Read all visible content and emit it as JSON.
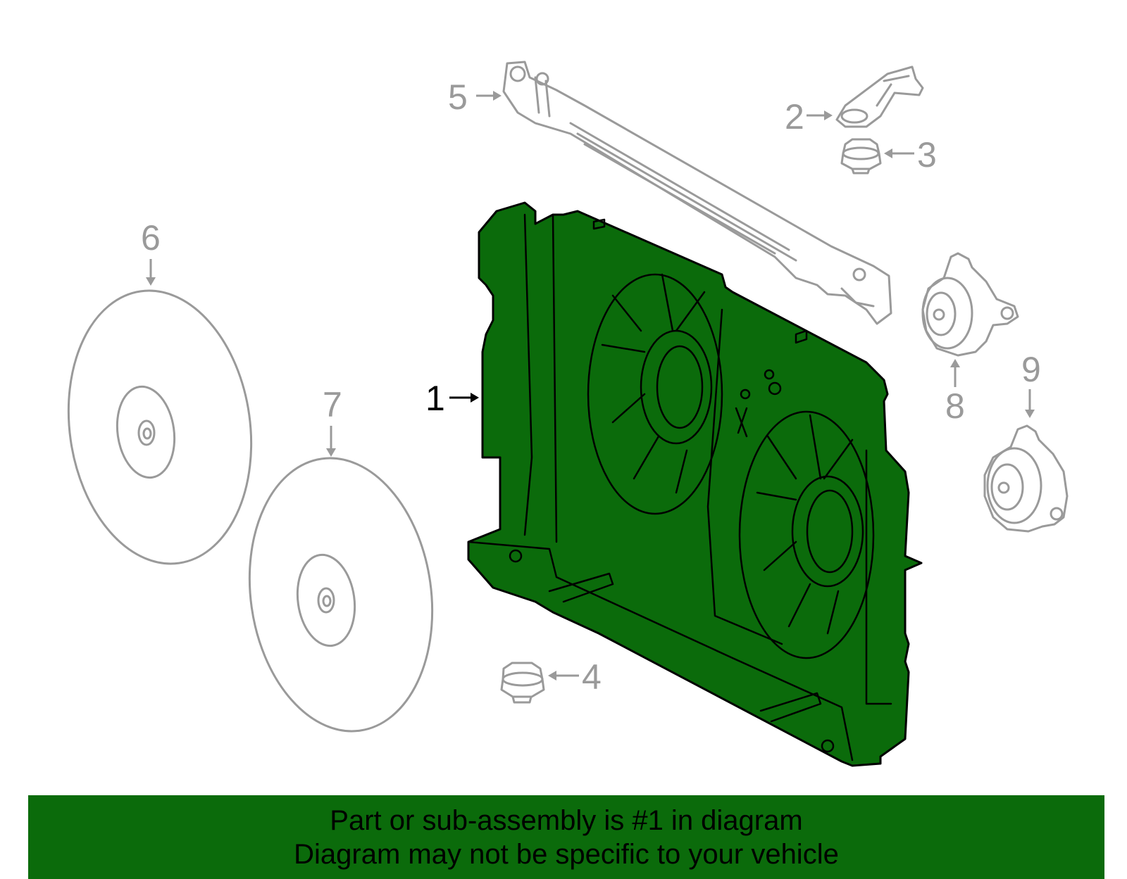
{
  "colors": {
    "highlight_part": "#0b6b0b",
    "ghost_part": "#9a9a9a",
    "highlight_label": "#000000",
    "banner_background": "#0b6b0b",
    "banner_text": "#000000"
  },
  "callouts": [
    {
      "id": "1",
      "label": "1",
      "highlighted": true
    },
    {
      "id": "2",
      "label": "2",
      "highlighted": false
    },
    {
      "id": "3",
      "label": "3",
      "highlighted": false
    },
    {
      "id": "4",
      "label": "4",
      "highlighted": false
    },
    {
      "id": "5",
      "label": "5",
      "highlighted": false
    },
    {
      "id": "6",
      "label": "6",
      "highlighted": false
    },
    {
      "id": "7",
      "label": "7",
      "highlighted": false
    },
    {
      "id": "8",
      "label": "8",
      "highlighted": false
    },
    {
      "id": "9",
      "label": "9",
      "highlighted": false
    }
  ],
  "banner": {
    "line1": "Part or sub-assembly is #1 in diagram",
    "line2": "Diagram may not be specific to your vehicle"
  }
}
